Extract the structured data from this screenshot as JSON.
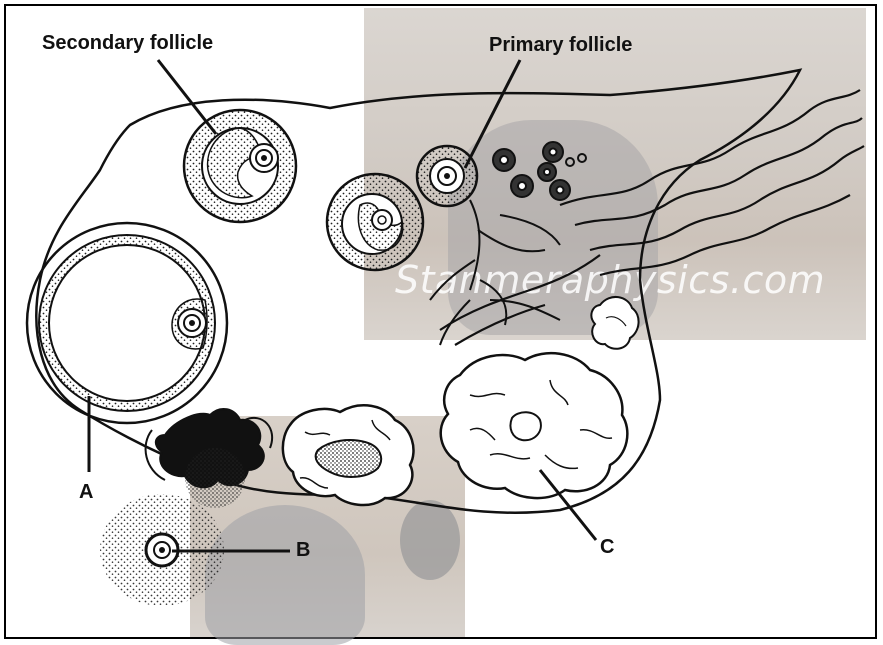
{
  "labels": {
    "secondary_follicle": "Secondary follicle",
    "primary_follicle": "Primary follicle",
    "a": "A",
    "b": "B",
    "c": "C"
  },
  "watermark": "Stanmeraphysics.com",
  "colors": {
    "ink": "#111111",
    "stipple": "#222222",
    "photo_bg": "#cfc8c1",
    "vase": "#a7a6a8"
  }
}
